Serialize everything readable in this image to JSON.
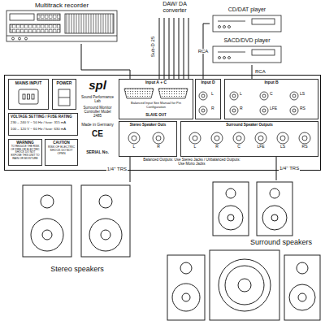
{
  "diagram": {
    "nodes": [
      {
        "text": [
          "Multitrack recorder"
        ]
      },
      {
        "text": [
          "CD/DAT player"
        ]
      },
      {
        "text": [
          "SACD/DVD player"
        ]
      },
      {
        "text": [
          "spl",
          "Sound Performance Lab",
          "Surround Monitor Controller Model 2485",
          "Made in Germany",
          "CE",
          "SERIAL No.",
          "Balanced Outputs: Use Stereo Jacks / Unbalanced Outputs: Use Mono Jacks"
        ]
      },
      {
        "text": [
          "MAINS INPUT"
        ],
        "in": 3
      },
      {
        "text": [
          "POWER"
        ],
        "in": 3
      },
      {
        "text": [
          "VOLTAGE SETTING / FUSE RATING",
          "230 – 240 V ~ 50 Hz / fuse: 315 mA",
          "100 – 120 V ~ 60 Hz / fuse: 630 mA"
        ],
        "in": 3
      },
      {
        "text": [
          "WARNING",
          "TO REDUCE THE RISK OF FIRE OR ELECTRIC SHOCK DO NOT EXPOSE THIS UNIT TO RAIN OR MOISTURE"
        ],
        "in": 3
      },
      {
        "text": [
          "CAUTION",
          "RISK OF ELECTRIC SHOCK DO NOT OPEN"
        ],
        "in": 3
      },
      {
        "text": [
          "Input A + C",
          "Balanced Input See Manual for Pin Configuration",
          "SLAVE OUT"
        ],
        "in": 3
      },
      {
        "text": [
          "Input D",
          "L",
          "R"
        ],
        "in": 3
      },
      {
        "text": [
          "Input B",
          "L",
          "R",
          "LFE",
          "C",
          "LS",
          "RS"
        ],
        "in": 3
      },
      {
        "text": [
          "Stereo Speaker Outs",
          "L",
          "R"
        ],
        "in": 3
      },
      {
        "text": [
          "Surround Speaker Outputs",
          "L",
          "R",
          "C",
          "LFE",
          "LS",
          "RS"
        ],
        "in": 3
      },
      {
        "text": [
          "Stereo speakers"
        ]
      },
      {
        "text": [
          "Surround speakers"
        ]
      }
    ],
    "edges": [
      {
        "from": 0,
        "to": 9,
        "arrow": "none"
      },
      {
        "from": 1,
        "to": 10,
        "label": "RCA",
        "arrow": "none"
      },
      {
        "from": 2,
        "to": 11,
        "label": "RCA",
        "arrow": "none"
      },
      {
        "from": 12,
        "to": 14,
        "label": "1/4'' TRS",
        "arrow": "none"
      },
      {
        "from": 13,
        "to": 15,
        "label": "1/4'' TRS",
        "arrow": "none"
      }
    ],
    "labels": [
      "DAW/ DA converter",
      "Sub-D 25"
    ]
  }
}
